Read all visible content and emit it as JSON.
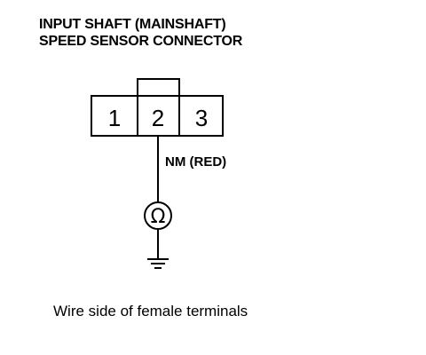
{
  "title": {
    "line1": "INPUT SHAFT (MAINSHAFT)",
    "line2": "SPEED SENSOR CONNECTOR"
  },
  "connector": {
    "pins": [
      "1",
      "2",
      "3"
    ],
    "measured_pin": "2"
  },
  "wire": {
    "label": "NM (RED)"
  },
  "meter": {
    "symbol": "Ω",
    "icon": "ohmmeter-icon"
  },
  "ground": {
    "icon": "ground-icon"
  },
  "caption": "Wire side of female terminals"
}
